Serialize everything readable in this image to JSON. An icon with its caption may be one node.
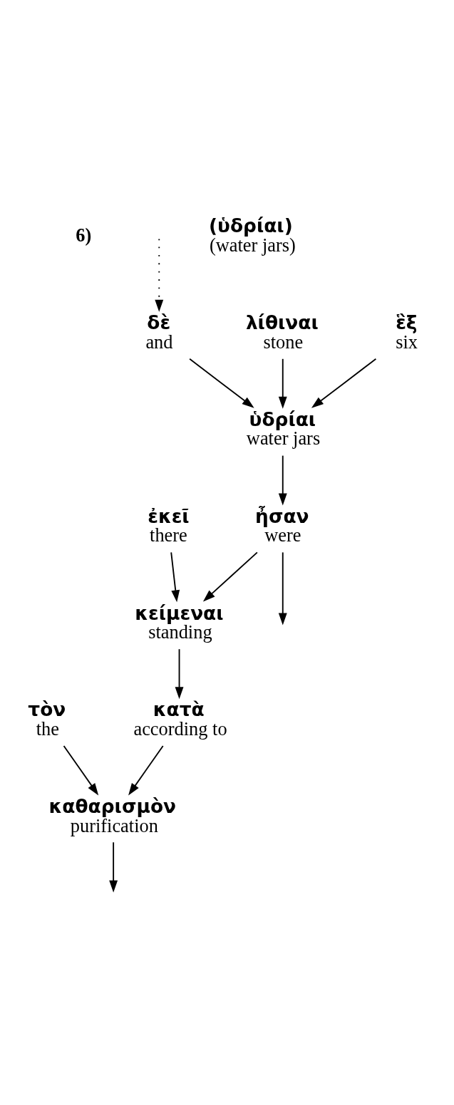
{
  "diagram": {
    "nodes": [
      {
        "text": [
          "ἦσαν",
          "were"
        ]
      },
      {
        "text": [
          "δὲ",
          "and"
        ]
      },
      {
        "text": [
          "ὑδρίαι",
          "water jars"
        ]
      },
      {
        "text": [
          "λίθιναι",
          "stone"
        ]
      },
      {
        "text": [
          "(ὑδρίαι)",
          "(water jars)"
        ]
      },
      {
        "text": [
          "ἓξ",
          "six"
        ]
      },
      {
        "text": [
          "ἐκεῖ",
          "there"
        ]
      },
      {
        "text": [
          "κείμεναι",
          "standing"
        ]
      },
      {
        "text": [
          "κατὰ",
          "according to"
        ]
      },
      {
        "text": [
          "τὸν",
          "the"
        ]
      },
      {
        "text": [
          "καθαρισμὸν",
          "purification"
        ]
      }
    ],
    "edges": [
      {
        "from": null,
        "to": 1,
        "arrow": "to",
        "style": "dashed"
      },
      {
        "from": 1,
        "to": 2,
        "arrow": "to"
      },
      {
        "from": 2,
        "to": 0,
        "arrow": "to"
      },
      {
        "from": 3,
        "to": 2,
        "arrow": "to"
      },
      {
        "from": 5,
        "to": 2,
        "arrow": "to"
      },
      {
        "from": 0,
        "to": null,
        "arrow": "to"
      },
      {
        "from": 0,
        "to": 7,
        "arrow": "to"
      },
      {
        "from": 6,
        "to": 7,
        "arrow": "to"
      },
      {
        "from": 7,
        "to": 8,
        "arrow": "to"
      },
      {
        "from": 8,
        "to": 10,
        "arrow": "to"
      },
      {
        "from": 9,
        "to": 10,
        "arrow": "to"
      },
      {
        "from": 10,
        "to": null,
        "arrow": "to"
      }
    ],
    "labels": [
      "6)"
    ]
  }
}
